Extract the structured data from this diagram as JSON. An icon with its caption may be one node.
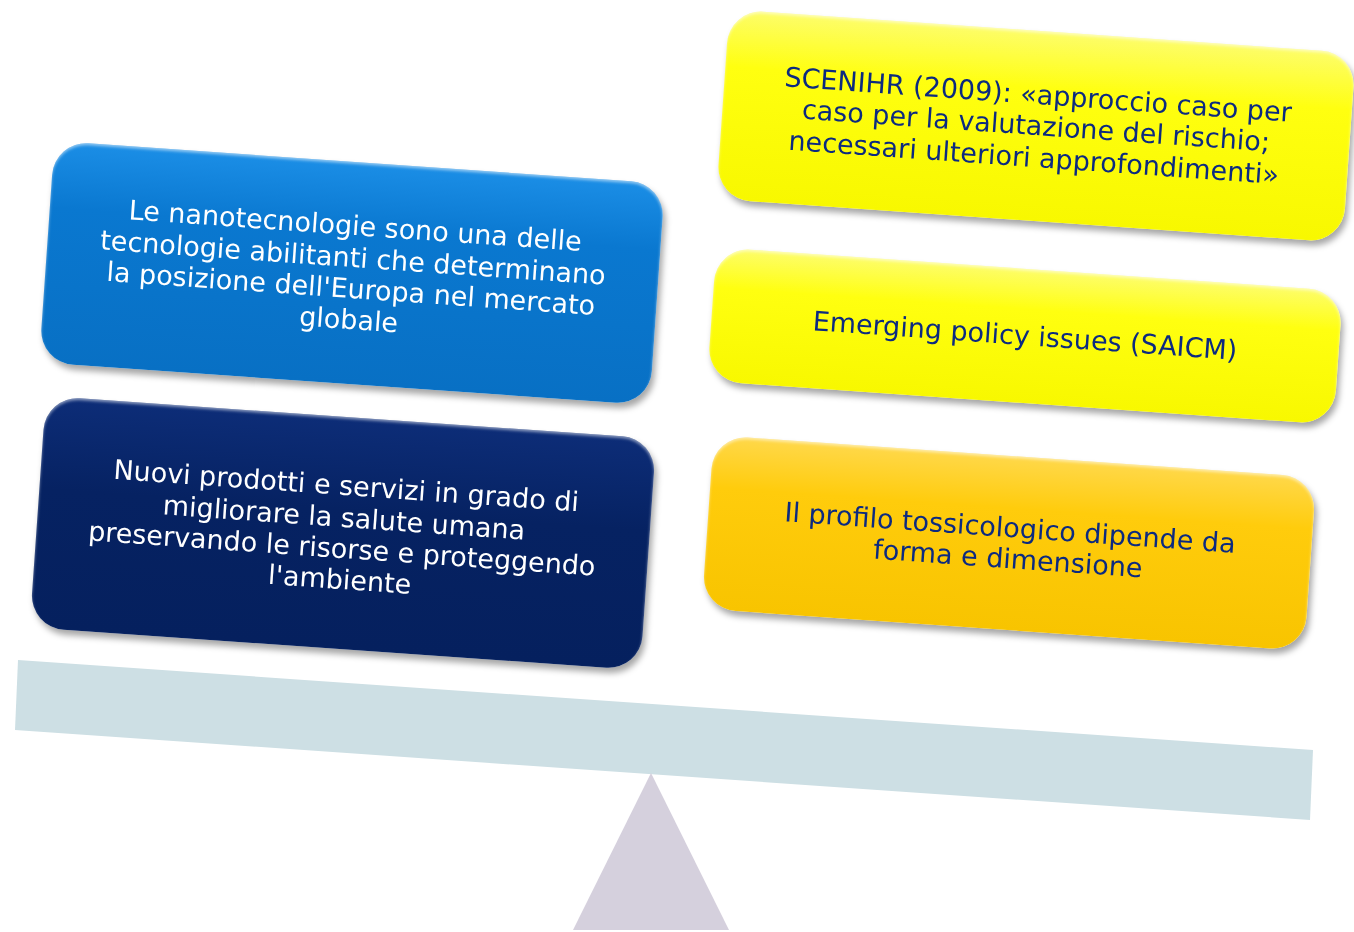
{
  "diagram": {
    "nodes": [
      {
        "text": [
          "Le nanotecnologie sono una delle tecnologie abilitanti che determinano la posizione dell'Europa nel mercato globale"
        ]
      },
      {
        "text": [
          "Nuovi prodotti e servizi in grado di migliorare la salute umana preservando le risorse e proteggendo l'ambiente"
        ]
      },
      {
        "text": [
          "SCENIHR (2009): «approccio caso per caso per la valutazione del rischio; necessari ulteriori approfondimenti»"
        ]
      },
      {
        "text": [
          "Emerging policy issues (SAICM)"
        ]
      },
      {
        "text": [
          "Il profilo tossicologico dipende da forma e dimensione"
        ]
      }
    ]
  }
}
